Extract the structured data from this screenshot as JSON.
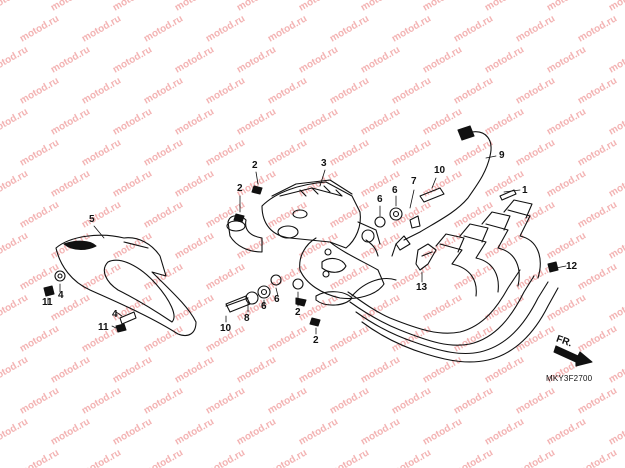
{
  "watermark": {
    "text": "motod.ru",
    "color": "#f3b3b3"
  },
  "callouts": {
    "n1": "1",
    "n2a": "2",
    "n2b": "2",
    "n2c": "2",
    "n2d": "2",
    "n3": "3",
    "n4a": "4",
    "n4b": "4",
    "n5": "5",
    "n6a": "6",
    "n6b": "6",
    "n6c": "6",
    "n6d": "6",
    "n7": "7",
    "n8": "8",
    "n9": "9",
    "n10a": "10",
    "n10b": "10",
    "n11a": "11",
    "n11b": "11",
    "n12": "12",
    "n13": "13"
  },
  "direction": {
    "label": "FR."
  },
  "diagram_code": "MKY3F2700"
}
